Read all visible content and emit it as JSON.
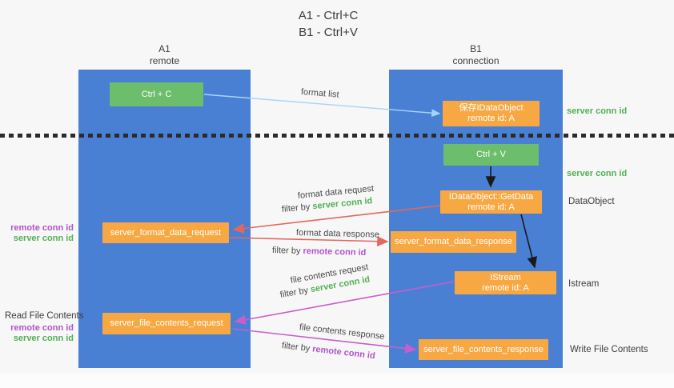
{
  "title": {
    "line1": "A1 - Ctrl+C",
    "line2": "B1 - Ctrl+V"
  },
  "lanes": {
    "a1": {
      "name": "A1",
      "subtitle": "remote"
    },
    "b1": {
      "name": "B1",
      "subtitle": "connection"
    }
  },
  "nodes": {
    "ctrl_c": {
      "label": "Ctrl + C"
    },
    "save_dataobject": {
      "line1": "保存IDataObject",
      "line2": "remote id: A"
    },
    "ctrl_v": {
      "label": "Ctrl + V"
    },
    "getdata": {
      "line1": "IDataObject::GetData",
      "line2": "remote id: A"
    },
    "format_request": {
      "label": "server_format_data_request"
    },
    "format_response": {
      "label": "server_format_data_response"
    },
    "istream": {
      "line1": "IStream",
      "line2": "remote id: A"
    },
    "file_request": {
      "label": "server_file_contents_request"
    },
    "file_response": {
      "label": "server_file_contents_response"
    }
  },
  "edge_labels": {
    "format_list": "format list",
    "format_data_request": "format data request",
    "format_data_response": "format data response",
    "file_contents_request": "file contents request",
    "file_contents_response": "file contents response",
    "filter_by": "filter by ",
    "server_conn_id": "server conn id",
    "remote_conn_id": "remote conn id"
  },
  "side_labels": {
    "server_conn_id_top": "server conn id",
    "server_conn_id_mid": "server conn id",
    "dataobject": "DataObject",
    "istream": "Istream",
    "write_file_contents": "Write File Contents",
    "read_file_contents": "Read File Contents",
    "remote_conn_id": "remote conn id",
    "server_conn_id": "server conn id"
  },
  "colors": {
    "lane_blue": "#4a80d4",
    "node_green": "#6cbe6c",
    "node_orange": "#f8a843",
    "text_green": "#50b152",
    "text_purple": "#b153c9",
    "arrow_red": "#e2685e",
    "arrow_magenta": "#c75ecb",
    "arrow_lightblue": "#a5d5f5",
    "arrow_black": "#1a1a1a"
  }
}
